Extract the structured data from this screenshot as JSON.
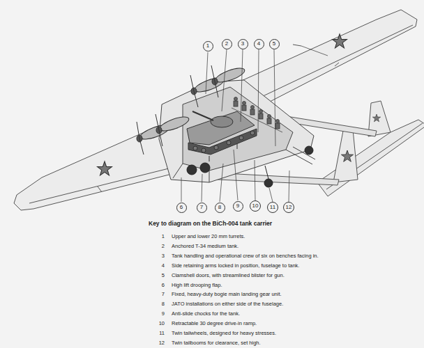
{
  "diagram": {
    "title": "Key to diagram on the BiCh-004 tank carrier",
    "nodes": [
      {
        "text": [
          "1"
        ]
      },
      {
        "text": [
          "2"
        ]
      },
      {
        "text": [
          "3"
        ]
      },
      {
        "text": [
          "4"
        ]
      },
      {
        "text": [
          "5"
        ]
      },
      {
        "text": [
          "6"
        ]
      },
      {
        "text": [
          "7"
        ]
      },
      {
        "text": [
          "8"
        ]
      },
      {
        "text": [
          "9"
        ]
      },
      {
        "text": [
          "10"
        ]
      },
      {
        "text": [
          "11"
        ]
      },
      {
        "text": [
          "12"
        ]
      }
    ],
    "labels": [
      "1",
      "Upper and lower 20 mm turrets.",
      "2",
      "Anchored T-34 medium tank.",
      "3",
      "Tank handling and operational crew of six on benches facing in.",
      "4",
      "Side retaining arms locked in position, fuselage to tank.",
      "5",
      "Clamshell doors, with streamlined blister for gun.",
      "6",
      "High lift drooping flap.",
      "7",
      "Fixed, heavy-duty bogie main landing gear unit.",
      "8",
      "JATO installations on either side of the fuselage.",
      "9",
      "Anti-slide chocks for the tank.",
      "10",
      "Retractable 30 degree drive-in ramp.",
      "11",
      "Twin tailwheels, designed for heavy stresses.",
      "12",
      "Twin tailbooms for clearance, set high."
    ]
  }
}
